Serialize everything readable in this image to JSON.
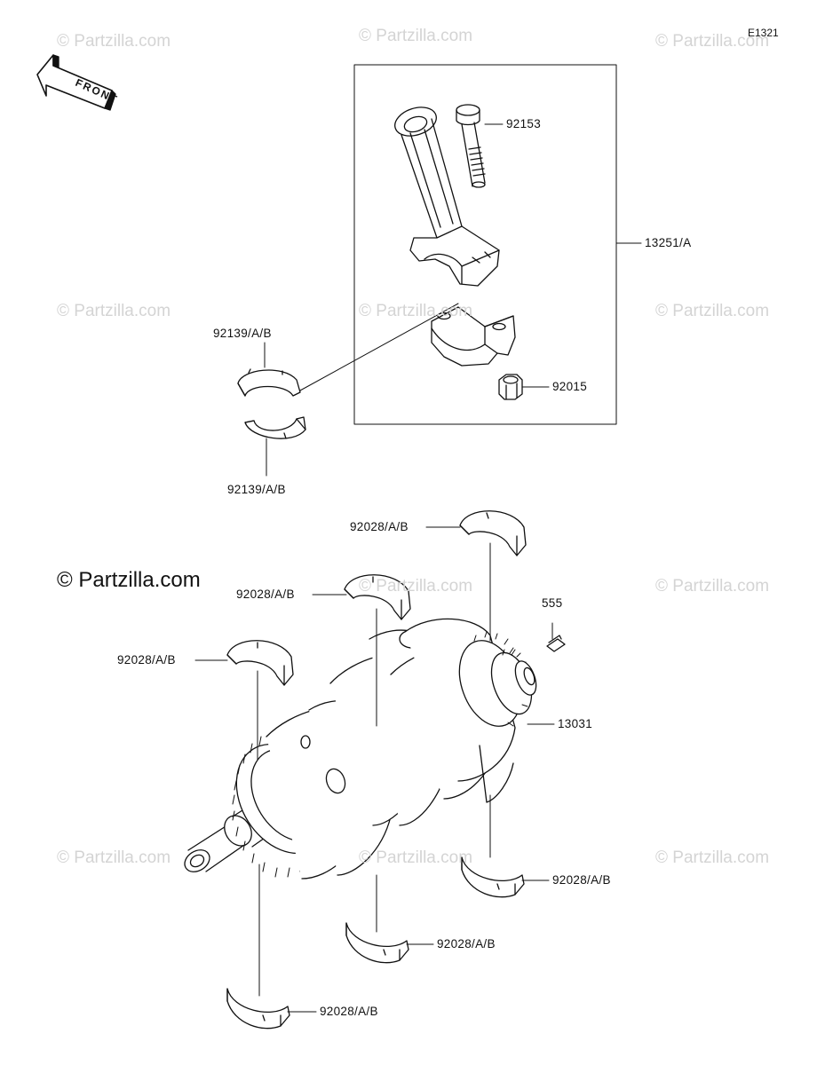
{
  "diagram_code": "E1321",
  "watermark": "© Partzilla.com",
  "front_label": "FRONT",
  "parts": [
    {
      "id": "p-92153",
      "label": "92153"
    },
    {
      "id": "p-13251",
      "label": "13251/A"
    },
    {
      "id": "p-92015",
      "label": "92015"
    },
    {
      "id": "p-92139-top",
      "label": "92139/A/B"
    },
    {
      "id": "p-92139-bot",
      "label": "92139/A/B"
    },
    {
      "id": "p-92028-1",
      "label": "92028/A/B"
    },
    {
      "id": "p-92028-2",
      "label": "92028/A/B"
    },
    {
      "id": "p-92028-3",
      "label": "92028/A/B"
    },
    {
      "id": "p-555",
      "label": "555"
    },
    {
      "id": "p-13031",
      "label": "13031"
    },
    {
      "id": "p-92028-4",
      "label": "92028/A/B"
    },
    {
      "id": "p-92028-5",
      "label": "92028/A/B"
    },
    {
      "id": "p-92028-6",
      "label": "92028/A/B"
    }
  ]
}
